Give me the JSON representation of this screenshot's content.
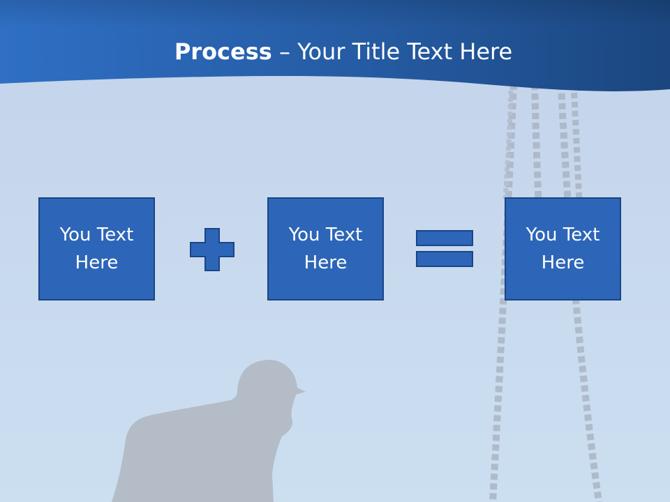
{
  "title": {
    "bold": "Process",
    "rest": " – Your Title Text Here"
  },
  "boxes": [
    {
      "label": "You Text Here"
    },
    {
      "label": "You Text Here"
    },
    {
      "label": "You Text Here"
    }
  ],
  "operators": [
    "plus-sign",
    "equals-sign"
  ],
  "colors": {
    "header_dark": "#1e4b8f",
    "header_light": "#2f6fc4",
    "box_fill": "#2d66b8",
    "box_border": "#1a4486",
    "background": "#c6d8ee",
    "silhouette": "#b4bfcc"
  },
  "decorations": [
    "header-wave",
    "worker-silhouette",
    "hanging-chains"
  ]
}
